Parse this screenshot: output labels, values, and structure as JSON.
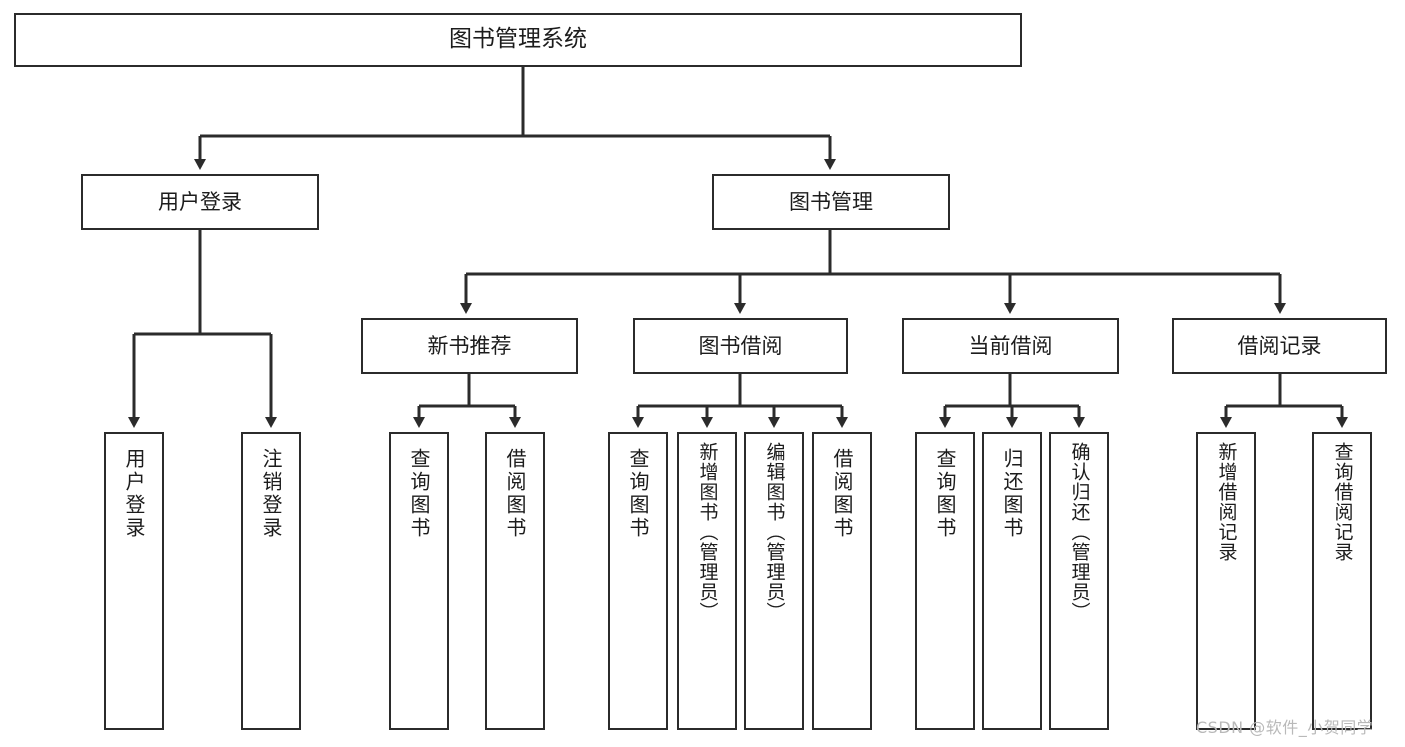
{
  "diagram": {
    "title": "图书管理系统",
    "type": "hierarchy-tree",
    "levels": 4,
    "root": {
      "label": "图书管理系统"
    },
    "level1": [
      {
        "id": "user-login",
        "label": "用户登录"
      },
      {
        "id": "book-manage",
        "label": "图书管理"
      }
    ],
    "level2": [
      {
        "id": "new-book-recommend",
        "label": "新书推荐",
        "parent": "book-manage"
      },
      {
        "id": "book-borrow",
        "label": "图书借阅",
        "parent": "book-manage"
      },
      {
        "id": "current-borrow",
        "label": "当前借阅",
        "parent": "book-manage"
      },
      {
        "id": "borrow-record",
        "label": "借阅记录",
        "parent": "book-manage"
      }
    ],
    "level3": [
      {
        "id": "leaf-1",
        "label": "用户登录",
        "parent": "user-login"
      },
      {
        "id": "leaf-2",
        "label": "注销登录",
        "parent": "user-login"
      },
      {
        "id": "leaf-3",
        "label": "查询图书",
        "parent": "new-book-recommend"
      },
      {
        "id": "leaf-4",
        "label": "借阅图书",
        "parent": "new-book-recommend"
      },
      {
        "id": "leaf-5",
        "label": "查询图书",
        "parent": "book-borrow"
      },
      {
        "id": "leaf-6",
        "label": "新增图书（管理员）",
        "parent": "book-borrow"
      },
      {
        "id": "leaf-7",
        "label": "编辑图书（管理员）",
        "parent": "book-borrow"
      },
      {
        "id": "leaf-8",
        "label": "借阅图书",
        "parent": "book-borrow"
      },
      {
        "id": "leaf-9",
        "label": "查询图书",
        "parent": "current-borrow"
      },
      {
        "id": "leaf-10",
        "label": "归还图书",
        "parent": "current-borrow"
      },
      {
        "id": "leaf-11",
        "label": "确认归还（管理员）",
        "parent": "current-borrow"
      },
      {
        "id": "leaf-12",
        "label": "新增借阅记录",
        "parent": "borrow-record"
      },
      {
        "id": "leaf-13",
        "label": "查询借阅记录",
        "parent": "borrow-record"
      }
    ]
  },
  "watermark": {
    "text": "CSDN @软件_小贺同学"
  },
  "colors": {
    "stroke": "#2b2b2b",
    "background": "#ffffff",
    "text": "#1c1c1c",
    "watermark": "#b9b9b9"
  }
}
